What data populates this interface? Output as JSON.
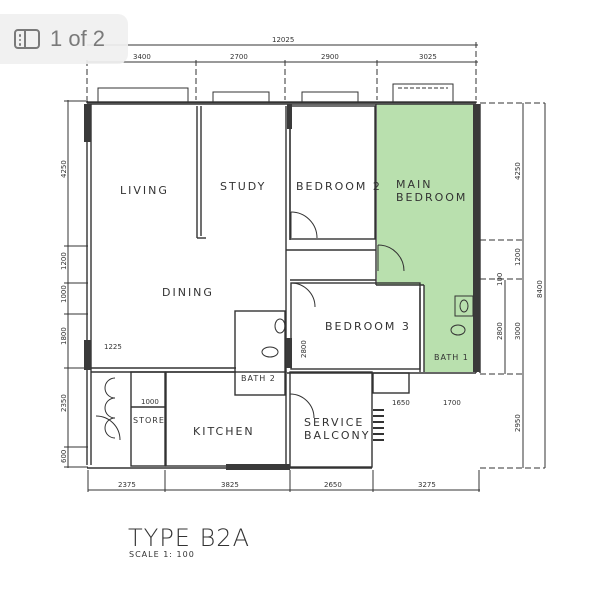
{
  "viewer": {
    "page_indicator": "1 of 2",
    "icon": "sidebar-icon"
  },
  "plan": {
    "title": "TYPE B2A",
    "scale": "SCALE 1: 100",
    "highlight_color": "#b9e0ae",
    "rooms": {
      "living": "LIVING",
      "study": "STUDY",
      "bedroom2": "BEDROOM 2",
      "main_bedroom_1": "MAIN",
      "main_bedroom_2": "BEDROOM",
      "dining": "DINING",
      "bedroom3": "BEDROOM 3",
      "bath2": "BATH 2",
      "bath1": "BATH 1",
      "store": "STORE",
      "kitchen": "KITCHEN",
      "service_1": "SERVICE",
      "service_2": "BALCONY"
    },
    "dims_top": {
      "total": "12025",
      "d1": "3400",
      "d2": "2700",
      "d3": "2900",
      "d4": "3025"
    },
    "dims_bottom": {
      "d1": "2375",
      "d2": "3825",
      "d3": "2650",
      "d4": "3275"
    },
    "dims_left": {
      "d1": "4250",
      "d2": "1200",
      "d3": "1000",
      "d4": "1800",
      "d5": "2350",
      "d6": "600"
    },
    "dims_right": {
      "d1": "4250",
      "d2": "1200",
      "d3": "100",
      "d4": "2800",
      "d5": "3000",
      "d6": "2950",
      "total": "8400"
    },
    "dims_inner": {
      "d1225": "1225",
      "d1000": "1000",
      "d2800": "2800",
      "d1650": "1650",
      "d1700": "1700"
    }
  }
}
